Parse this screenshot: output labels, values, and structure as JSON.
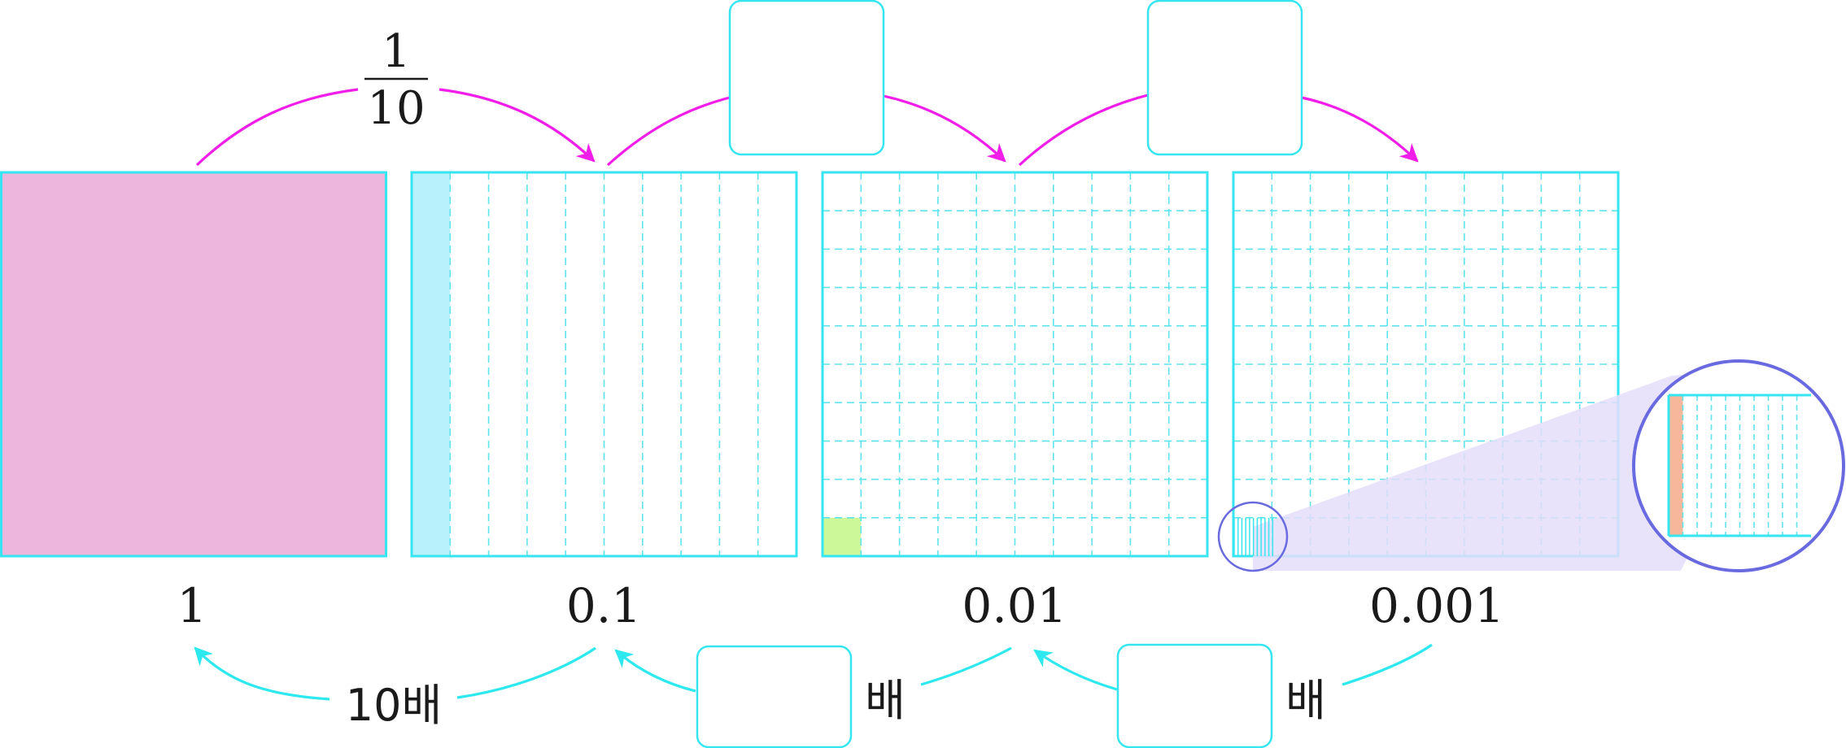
{
  "colors": {
    "outline": "#35e6f0",
    "grid": "#5fe3ec",
    "whole_fill": "#edb6dc",
    "tenth_fill": "#b8f0fb",
    "hundredth_fill": "#ccf89a",
    "thousandth_fill": "#f6b79a",
    "magenta_arrow": "#f01ee8",
    "cyan_arrow": "#2ee8ef",
    "magnifier": "#6a6ae0",
    "magnifier_fill": "#e4ddfa"
  },
  "squares": [
    {
      "label": "1",
      "divisions": "none",
      "shaded": "all"
    },
    {
      "label": "0.1",
      "divisions": "columns-10",
      "shaded": "1 column"
    },
    {
      "label": "0.01",
      "divisions": "grid-10x10",
      "shaded": "1 cell"
    },
    {
      "label": "0.001",
      "divisions": "grid-10x10",
      "shaded": "1/10 of 1 cell (magnified)"
    }
  ],
  "top_arrows": [
    {
      "from": "1",
      "to": "0.1",
      "label_numerator": "1",
      "label_denominator": "10"
    },
    {
      "from": "0.1",
      "to": "0.01",
      "label": ""
    },
    {
      "from": "0.01",
      "to": "0.001",
      "label": ""
    }
  ],
  "bottom_arrows": [
    {
      "from": "0.1",
      "to": "1",
      "label": "10배"
    },
    {
      "from": "0.01",
      "to": "0.1",
      "label": "",
      "suffix": "배"
    },
    {
      "from": "0.001",
      "to": "0.01",
      "label": "",
      "suffix": "배"
    }
  ]
}
